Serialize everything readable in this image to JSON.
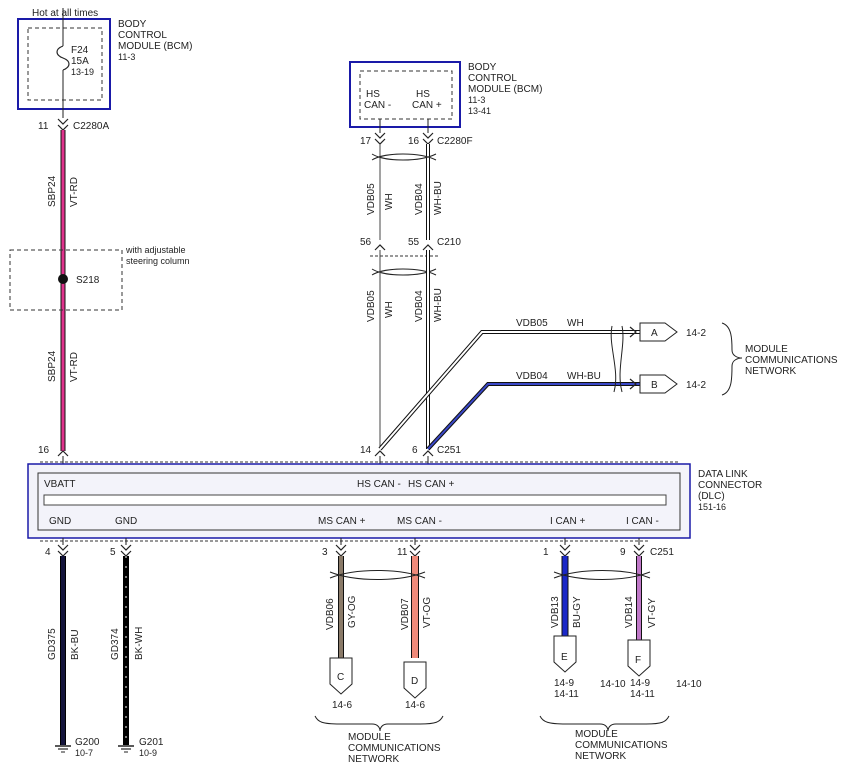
{
  "colors": {
    "module_border": "#1a1aa8",
    "dlc_fill": "#f3f3fa",
    "wire_vt_rd": "#e0328c",
    "wire_bk_bu": "#14143c",
    "wire_bk_wh": "#111111",
    "wire_gy_og": "#8a7a68",
    "wire_vt_og": "#ef8a7a",
    "wire_bu_gy": "#1a28c8",
    "wire_vt_gy": "#c078c8",
    "wire_wh": "#ffffff",
    "wire_wh_bu": "#3a48c8"
  },
  "top_note": "Hot at all times",
  "bcm_left": {
    "title": [
      "BODY",
      "CONTROL",
      "MODULE (BCM)",
      "11-3"
    ],
    "fuse": [
      "F24",
      "15A",
      "13-19"
    ],
    "pin": "11",
    "connector": "C2280A"
  },
  "bcm_right": {
    "title": [
      "BODY",
      "CONTROL",
      "MODULE (BCM)",
      "11-3",
      "13-41"
    ],
    "hs_minus": [
      "HS",
      "CAN -"
    ],
    "hs_plus": [
      "HS",
      "CAN +"
    ],
    "pin_minus": "17",
    "pin_plus": "16",
    "connector": "C2280F"
  },
  "wires": {
    "sbp24_top": {
      "circuit": "SBP24",
      "color": "VT-RD"
    },
    "sbp24_bottom": {
      "circuit": "SBP24",
      "color": "VT-RD"
    },
    "vdb05_top": {
      "circuit": "VDB05",
      "color": "WH"
    },
    "vdb04_top": {
      "circuit": "VDB04",
      "color": "WH-BU"
    },
    "vdb05_mid": {
      "circuit": "VDB05",
      "color": "WH"
    },
    "vdb04_mid": {
      "circuit": "VDB04",
      "color": "WH-BU"
    },
    "vdb05_branch": {
      "circuit": "VDB05",
      "color": "WH"
    },
    "vdb04_branch": {
      "circuit": "VDB04",
      "color": "WH-BU"
    },
    "gd375": {
      "circuit": "GD375",
      "color": "BK-BU"
    },
    "gd374": {
      "circuit": "GD374",
      "color": "BK-WH"
    },
    "vdb06": {
      "circuit": "VDB06",
      "color": "GY-OG"
    },
    "vdb07": {
      "circuit": "VDB07",
      "color": "VT-OG"
    },
    "vdb13": {
      "circuit": "VDB13",
      "color": "BU-GY"
    },
    "vdb14": {
      "circuit": "VDB14",
      "color": "VT-GY"
    }
  },
  "splice": {
    "name": "S218",
    "note": [
      "with adjustable",
      "steering column"
    ]
  },
  "c210": {
    "pin_left": "56",
    "pin_right": "55",
    "connector": "C210"
  },
  "c251_top": {
    "pin_vbatt": "16",
    "pin_hs_minus": "14",
    "pin_hs_plus": "6",
    "connector": "C251"
  },
  "dlc": {
    "title": [
      "DATA LINK",
      "CONNECTOR",
      "(DLC)",
      "151-16"
    ],
    "top_labels": {
      "vbatt": "VBATT",
      "hs_minus": "HS CAN -",
      "hs_plus": "HS CAN +"
    },
    "bottom_labels": {
      "gnd1": "GND",
      "gnd2": "GND",
      "ms_plus": "MS CAN +",
      "ms_minus": "MS CAN -",
      "i_plus": "I CAN +",
      "i_minus": "I CAN -"
    }
  },
  "c251_bottom": {
    "pins": [
      "4",
      "5",
      "3",
      "11",
      "1",
      "9"
    ],
    "connector": "C251"
  },
  "grounds": {
    "g200": {
      "name": "G200",
      "ref": "10-7"
    },
    "g201": {
      "name": "G201",
      "ref": "10-9"
    }
  },
  "flags": {
    "a": {
      "letter": "A",
      "ref": "14-2"
    },
    "b": {
      "letter": "B",
      "ref": "14-2"
    },
    "c": {
      "letter": "C",
      "ref": "14-6"
    },
    "d": {
      "letter": "D",
      "ref": "14-6"
    },
    "e": {
      "letter": "E",
      "ref": [
        "14-9",
        "14-11"
      ]
    },
    "f": {
      "letter": "F",
      "ref": [
        "14-9",
        "14-11"
      ]
    },
    "ref_1410_a": "14-10",
    "ref_1410_b": "14-10"
  },
  "networks": {
    "right": [
      "MODULE",
      "COMMUNICATIONS",
      "NETWORK"
    ],
    "bottom_ms": [
      "MODULE",
      "COMMUNICATIONS",
      "NETWORK"
    ],
    "bottom_i": [
      "MODULE",
      "COMMUNICATIONS",
      "NETWORK"
    ]
  }
}
